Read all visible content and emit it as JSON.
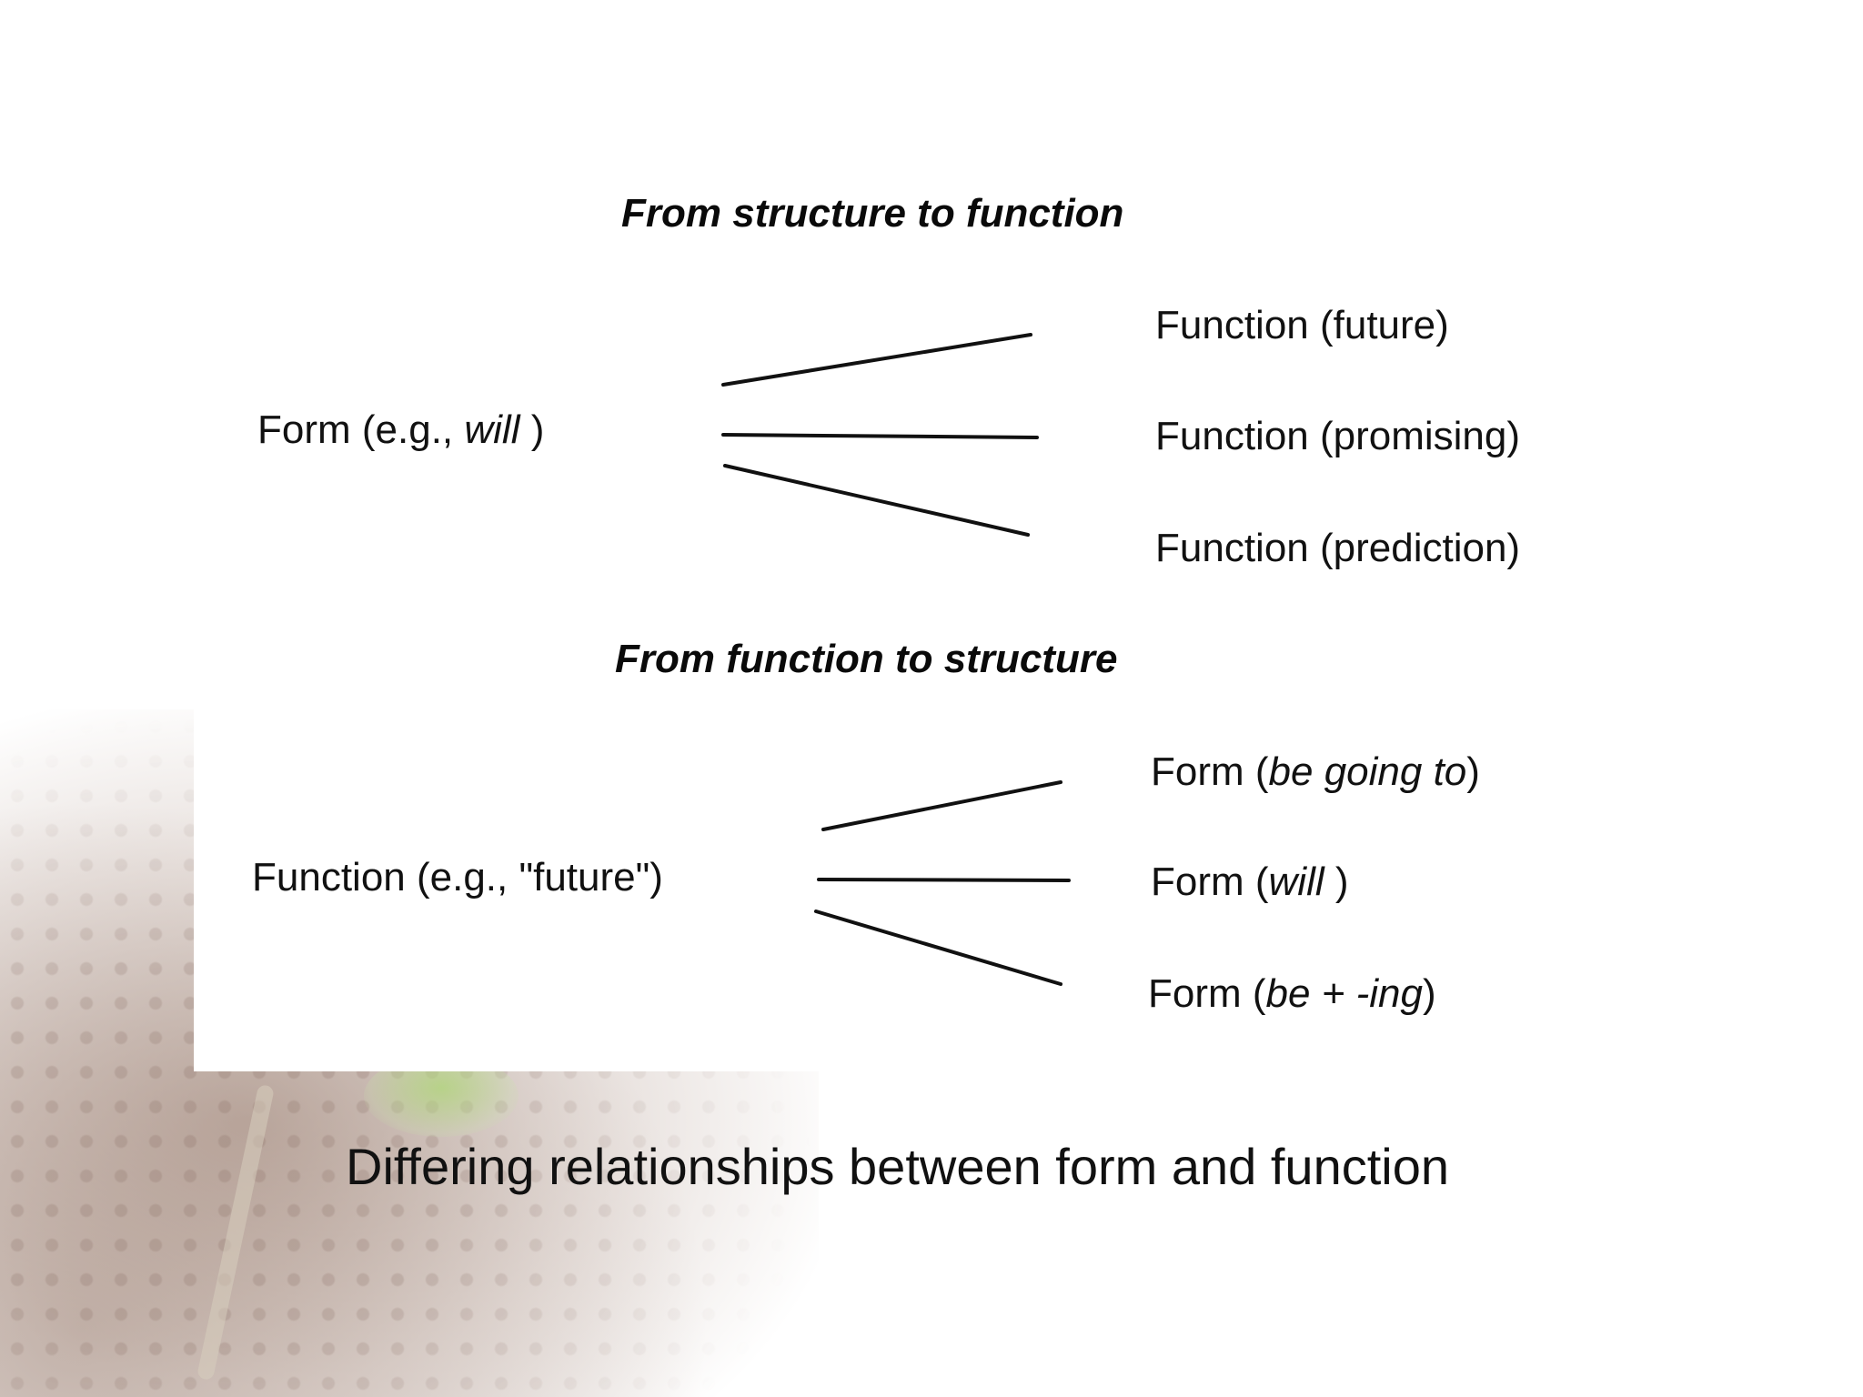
{
  "caption": "Differing relationships between form and function",
  "top": {
    "heading": "From structure to function",
    "source": {
      "pre": "Form (e.g., ",
      "em": "will",
      "post": " )"
    },
    "targets": [
      {
        "pre": "Function (future)",
        "em": "",
        "post": ""
      },
      {
        "pre": "Function (promising)",
        "em": "",
        "post": ""
      },
      {
        "pre": "Function (prediction)",
        "em": "",
        "post": ""
      }
    ]
  },
  "bottom": {
    "heading": "From function to structure",
    "source": {
      "pre": "Function (e.g., \"future\")",
      "em": "",
      "post": ""
    },
    "targets": [
      {
        "pre": "Form (",
        "em": "be going to",
        "post": ")"
      },
      {
        "pre": "Form (",
        "em": "will",
        "post": " )"
      },
      {
        "pre": "Form (",
        "em": "be + -ing",
        "post": ")"
      }
    ]
  }
}
